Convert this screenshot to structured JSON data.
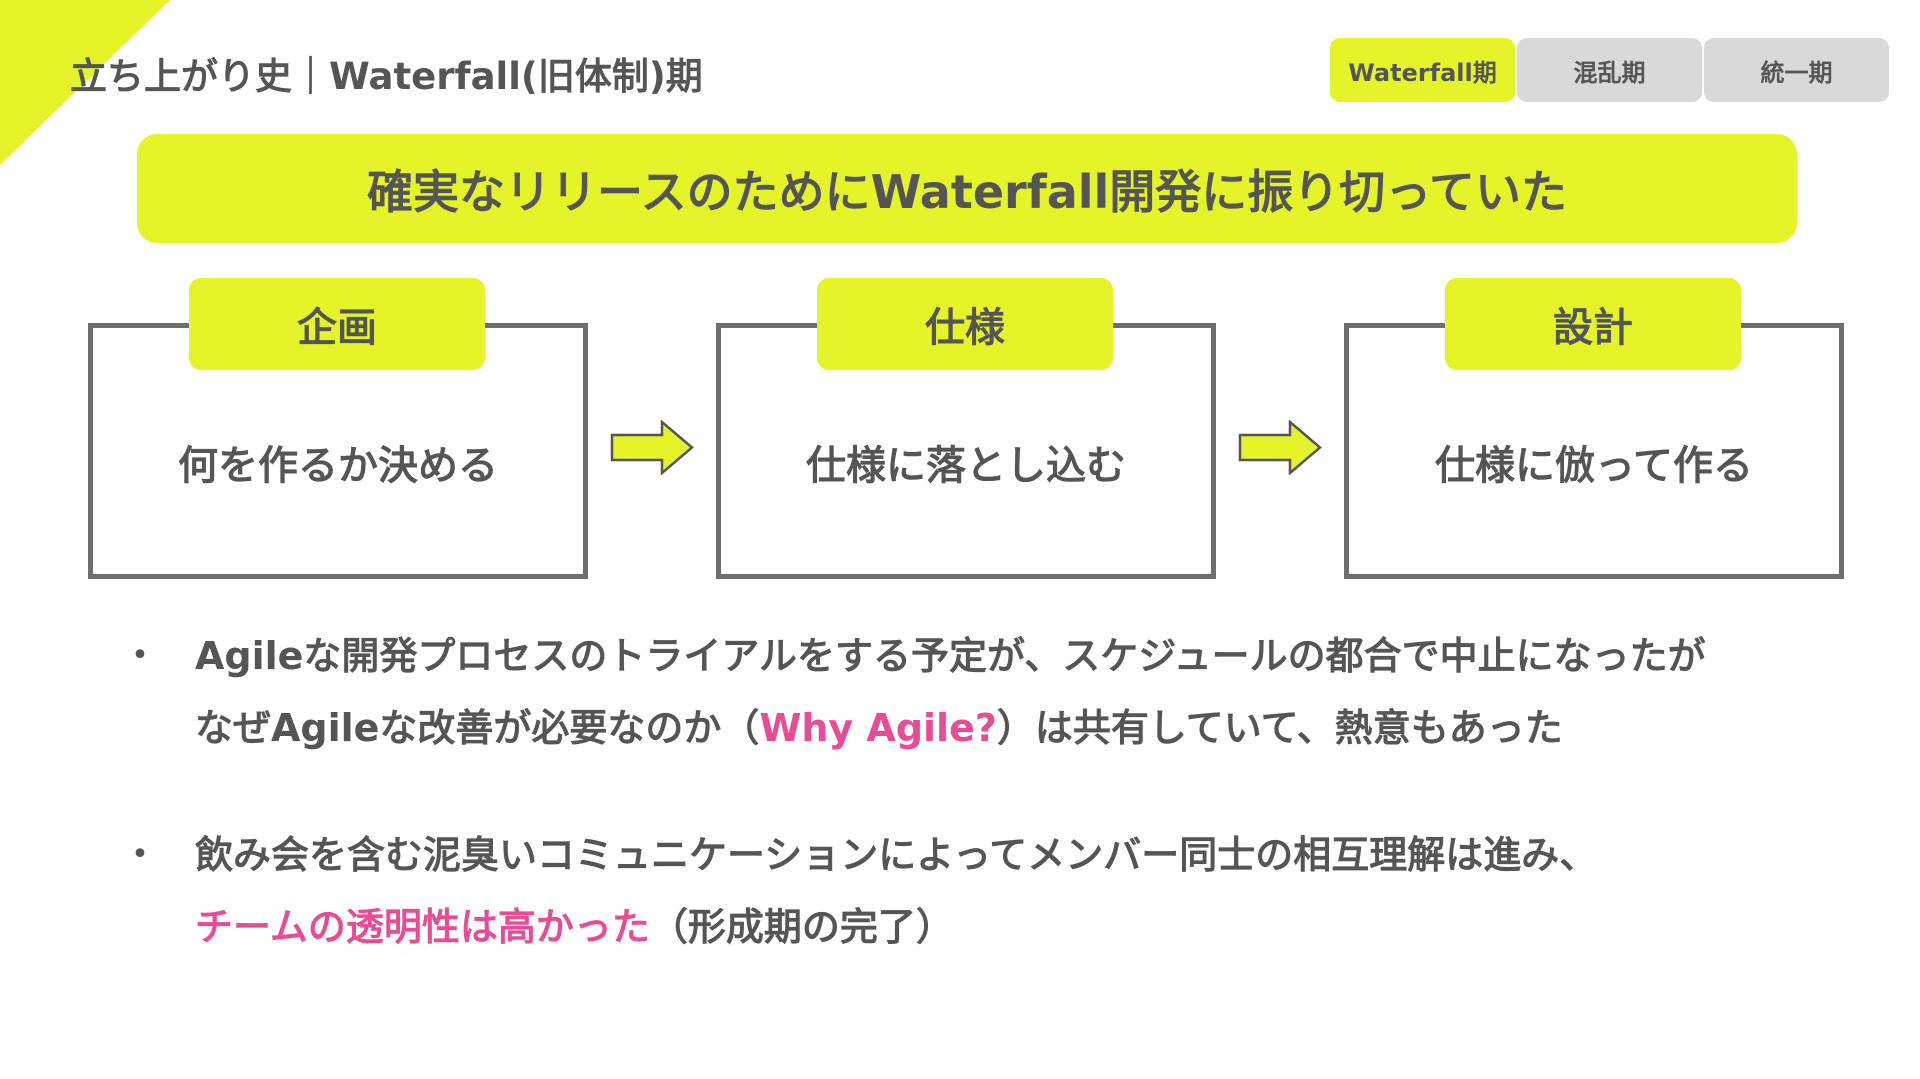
{
  "header": {
    "title": "立ち上がり史｜Waterfall(旧体制)期"
  },
  "phase_tabs": [
    {
      "label": "Waterfall期",
      "active": true
    },
    {
      "label": "混乱期",
      "active": false
    },
    {
      "label": "統一期",
      "active": false
    }
  ],
  "headline": "確実なリリースのためにWaterfall開発に振り切っていた",
  "steps": [
    {
      "label": "企画",
      "description": "何を作るか決める"
    },
    {
      "label": "仕様",
      "description": "仕様に落とし込む"
    },
    {
      "label": "設計",
      "description": "仕様に倣って作る"
    }
  ],
  "bullets": [
    {
      "line1": "Agileな開発プロセスのトライアルをする予定が、スケジュールの都合で中止になったが",
      "line2_pre": "なぜAgileな改善が必要なのか（",
      "line2_highlight": "Why Agile?",
      "line2_post": "）は共有していて、熱意もあった"
    },
    {
      "line1": "飲み会を含む泥臭いコミュニケーションによってメンバー同士の相互理解は進み、",
      "line2_highlight": "チームの透明性は高かった",
      "line2_post": "（形成期の完了）"
    }
  ],
  "colors": {
    "accent": "#e4f428",
    "text": "#555555",
    "highlight": "#ea4b95",
    "border": "#6e6e6e",
    "tab_inactive": "#d9d9d9"
  }
}
